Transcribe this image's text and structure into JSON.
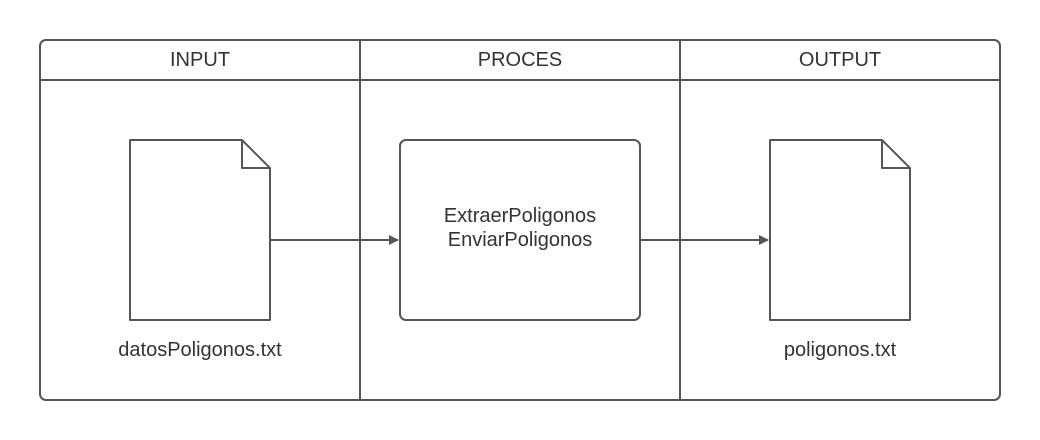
{
  "lanes": [
    {
      "header": "INPUT"
    },
    {
      "header": "PROCES"
    },
    {
      "header": "OUTPUT"
    }
  ],
  "input_file": {
    "label": "datosPoligonos.txt"
  },
  "process": {
    "lines": [
      "ExtraerPoligonos",
      "EnviarPoligonos"
    ]
  },
  "output_file": {
    "label": "poligonos.txt"
  },
  "colors": {
    "stroke": "#555555",
    "text": "#333333",
    "background": "#ffffff"
  }
}
